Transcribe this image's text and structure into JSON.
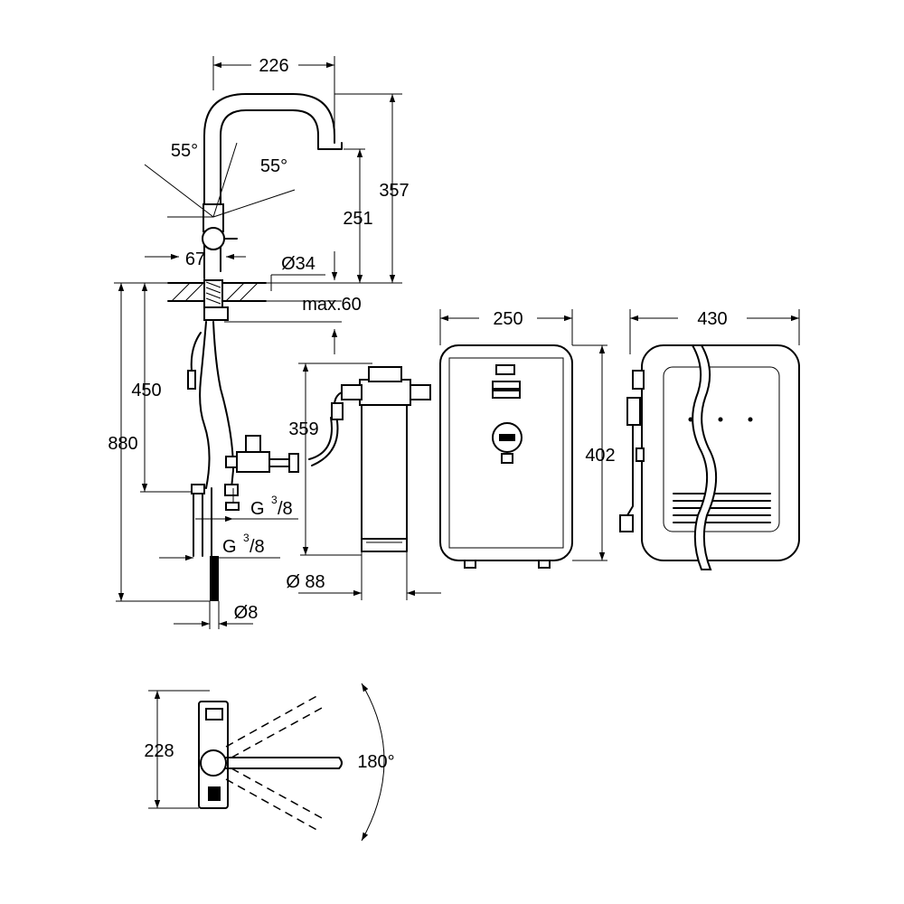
{
  "dimensions": {
    "faucet_width": "226",
    "faucet_height_total": "357",
    "faucet_spout_height": "251",
    "lever_angle_front": "55°",
    "lever_angle_back": "55°",
    "body_depth": "67",
    "shank_diameter": "Ø34",
    "max_counter_thickness": "max.60",
    "under_sink_length": "450",
    "total_length": "880",
    "filter_height": "359",
    "thread_upper_g": "G",
    "thread_upper_sup": "3",
    "thread_upper_sub": "/8",
    "thread_lower_g": "G",
    "thread_lower_sup": "3",
    "thread_lower_sub": "/8",
    "filter_diameter": "Ø 88",
    "hose_diameter": "Ø8",
    "boiler_width": "250",
    "boiler_height": "402",
    "boiler_depth": "430",
    "top_view_length": "228",
    "swivel_angle": "180°"
  }
}
